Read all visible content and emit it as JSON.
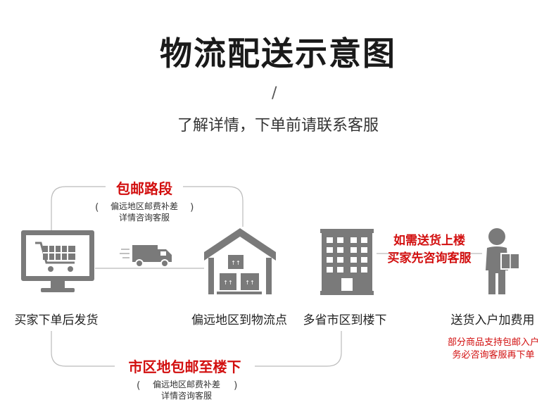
{
  "header": {
    "title": "物流配送示意图",
    "slash": "/",
    "subtitle": "了解详情，下单前请联系客服"
  },
  "top_route": {
    "title": "包邮路段",
    "note_line1": "偏远地区邮费补差",
    "note_line2": "详情咨询客服",
    "paren_open": "(",
    "paren_close": ")"
  },
  "bottom_route": {
    "title": "市区地包邮至楼下",
    "note_line1": "偏远地区邮费补差",
    "note_line2": "详情咨询客服",
    "paren_open": "(",
    "paren_close": ")"
  },
  "upstairs": {
    "line1": "如需送货上楼",
    "line2": "买家先咨询客服"
  },
  "nodes": [
    {
      "label": "买家下单后发货",
      "icon": "computer-cart-icon"
    },
    {
      "label": "偏远地区到物流点",
      "icon": "warehouse-icon"
    },
    {
      "label": "多省市区到楼下",
      "icon": "building-icon"
    },
    {
      "label": "送货入户加费用",
      "icon": "delivery-person-icon"
    }
  ],
  "truck_icon": "truck-icon",
  "footnote": {
    "line1": "部分商品支持包邮入户",
    "line2": "务必咨询客服再下单"
  },
  "colors": {
    "accent": "#d20f0f",
    "icon_gray": "#7a7a7a",
    "line_gray": "#bbbbbb"
  }
}
